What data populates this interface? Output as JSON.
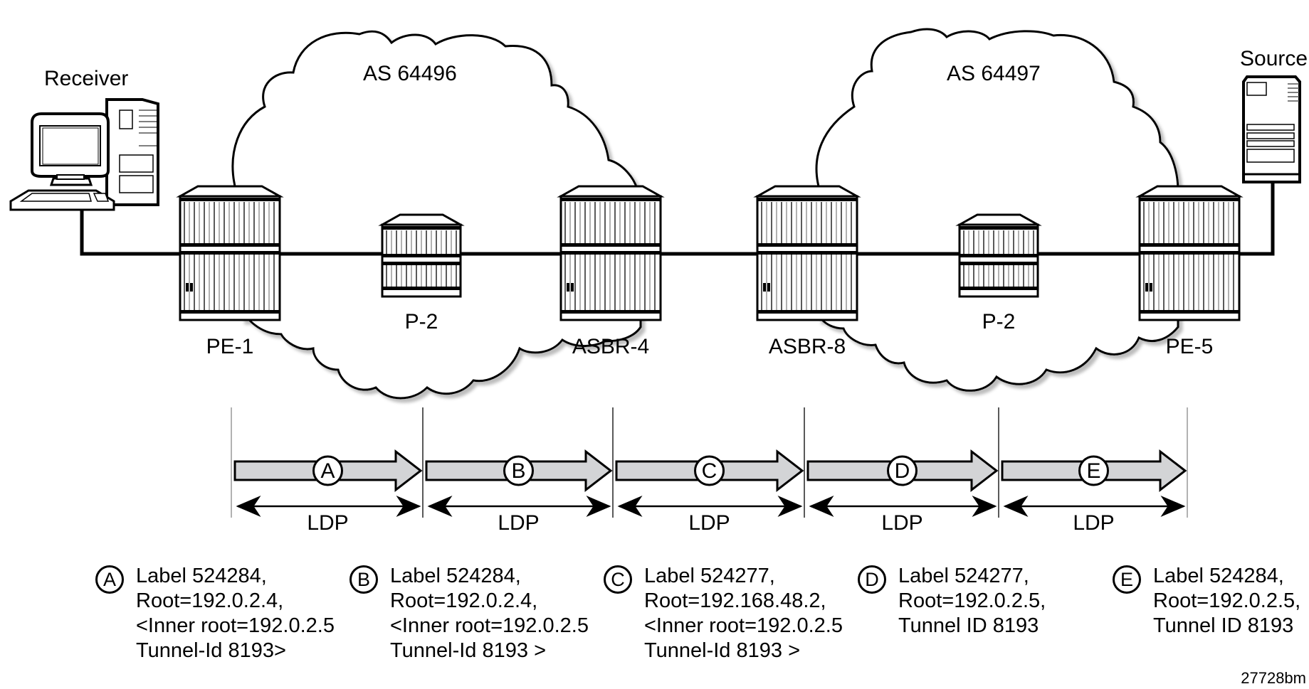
{
  "clouds": [
    {
      "label": "AS 64496"
    },
    {
      "label": "AS 64497"
    }
  ],
  "hosts": {
    "receiver": {
      "label": "Receiver"
    },
    "source": {
      "label": "Source"
    }
  },
  "nodes": [
    {
      "id": "pe1",
      "label": "PE-1",
      "kind": "large-router"
    },
    {
      "id": "p2a",
      "label": "P-2",
      "kind": "small-router"
    },
    {
      "id": "asbr4",
      "label": "ASBR-4",
      "kind": "large-router"
    },
    {
      "id": "asbr8",
      "label": "ASBR-8",
      "kind": "large-router"
    },
    {
      "id": "p2b",
      "label": "P-2",
      "kind": "small-router"
    },
    {
      "id": "pe5",
      "label": "PE-5",
      "kind": "large-router"
    }
  ],
  "segments": [
    {
      "marker": "A",
      "protocol": "LDP"
    },
    {
      "marker": "B",
      "protocol": "LDP"
    },
    {
      "marker": "C",
      "protocol": "LDP"
    },
    {
      "marker": "D",
      "protocol": "LDP"
    },
    {
      "marker": "E",
      "protocol": "LDP"
    }
  ],
  "notes": [
    {
      "marker": "A",
      "lines": [
        "Label 524284,",
        "Root=192.0.2.4,",
        "<Inner root=192.0.2.5",
        "Tunnel-Id 8193>"
      ]
    },
    {
      "marker": "B",
      "lines": [
        "Label 524284,",
        "Root=192.0.2.4,",
        "<Inner root=192.0.2.5",
        "Tunnel-Id 8193 >"
      ]
    },
    {
      "marker": "C",
      "lines": [
        "Label 524277,",
        "Root=192.168.48.2,",
        "<Inner root=192.0.2.5",
        "Tunnel-Id 8193 >"
      ]
    },
    {
      "marker": "D",
      "lines": [
        "Label 524277,",
        "Root=192.0.2.5,",
        "Tunnel ID 8193"
      ]
    },
    {
      "marker": "E",
      "lines": [
        "Label 524284,",
        "Root=192.0.2.5,",
        "Tunnel ID 8193"
      ]
    }
  ],
  "figure_id": "27728bm",
  "colors": {
    "arrow_fill": "#d3d4d6",
    "line": "#000000",
    "shadow": "#c8c8c8"
  }
}
